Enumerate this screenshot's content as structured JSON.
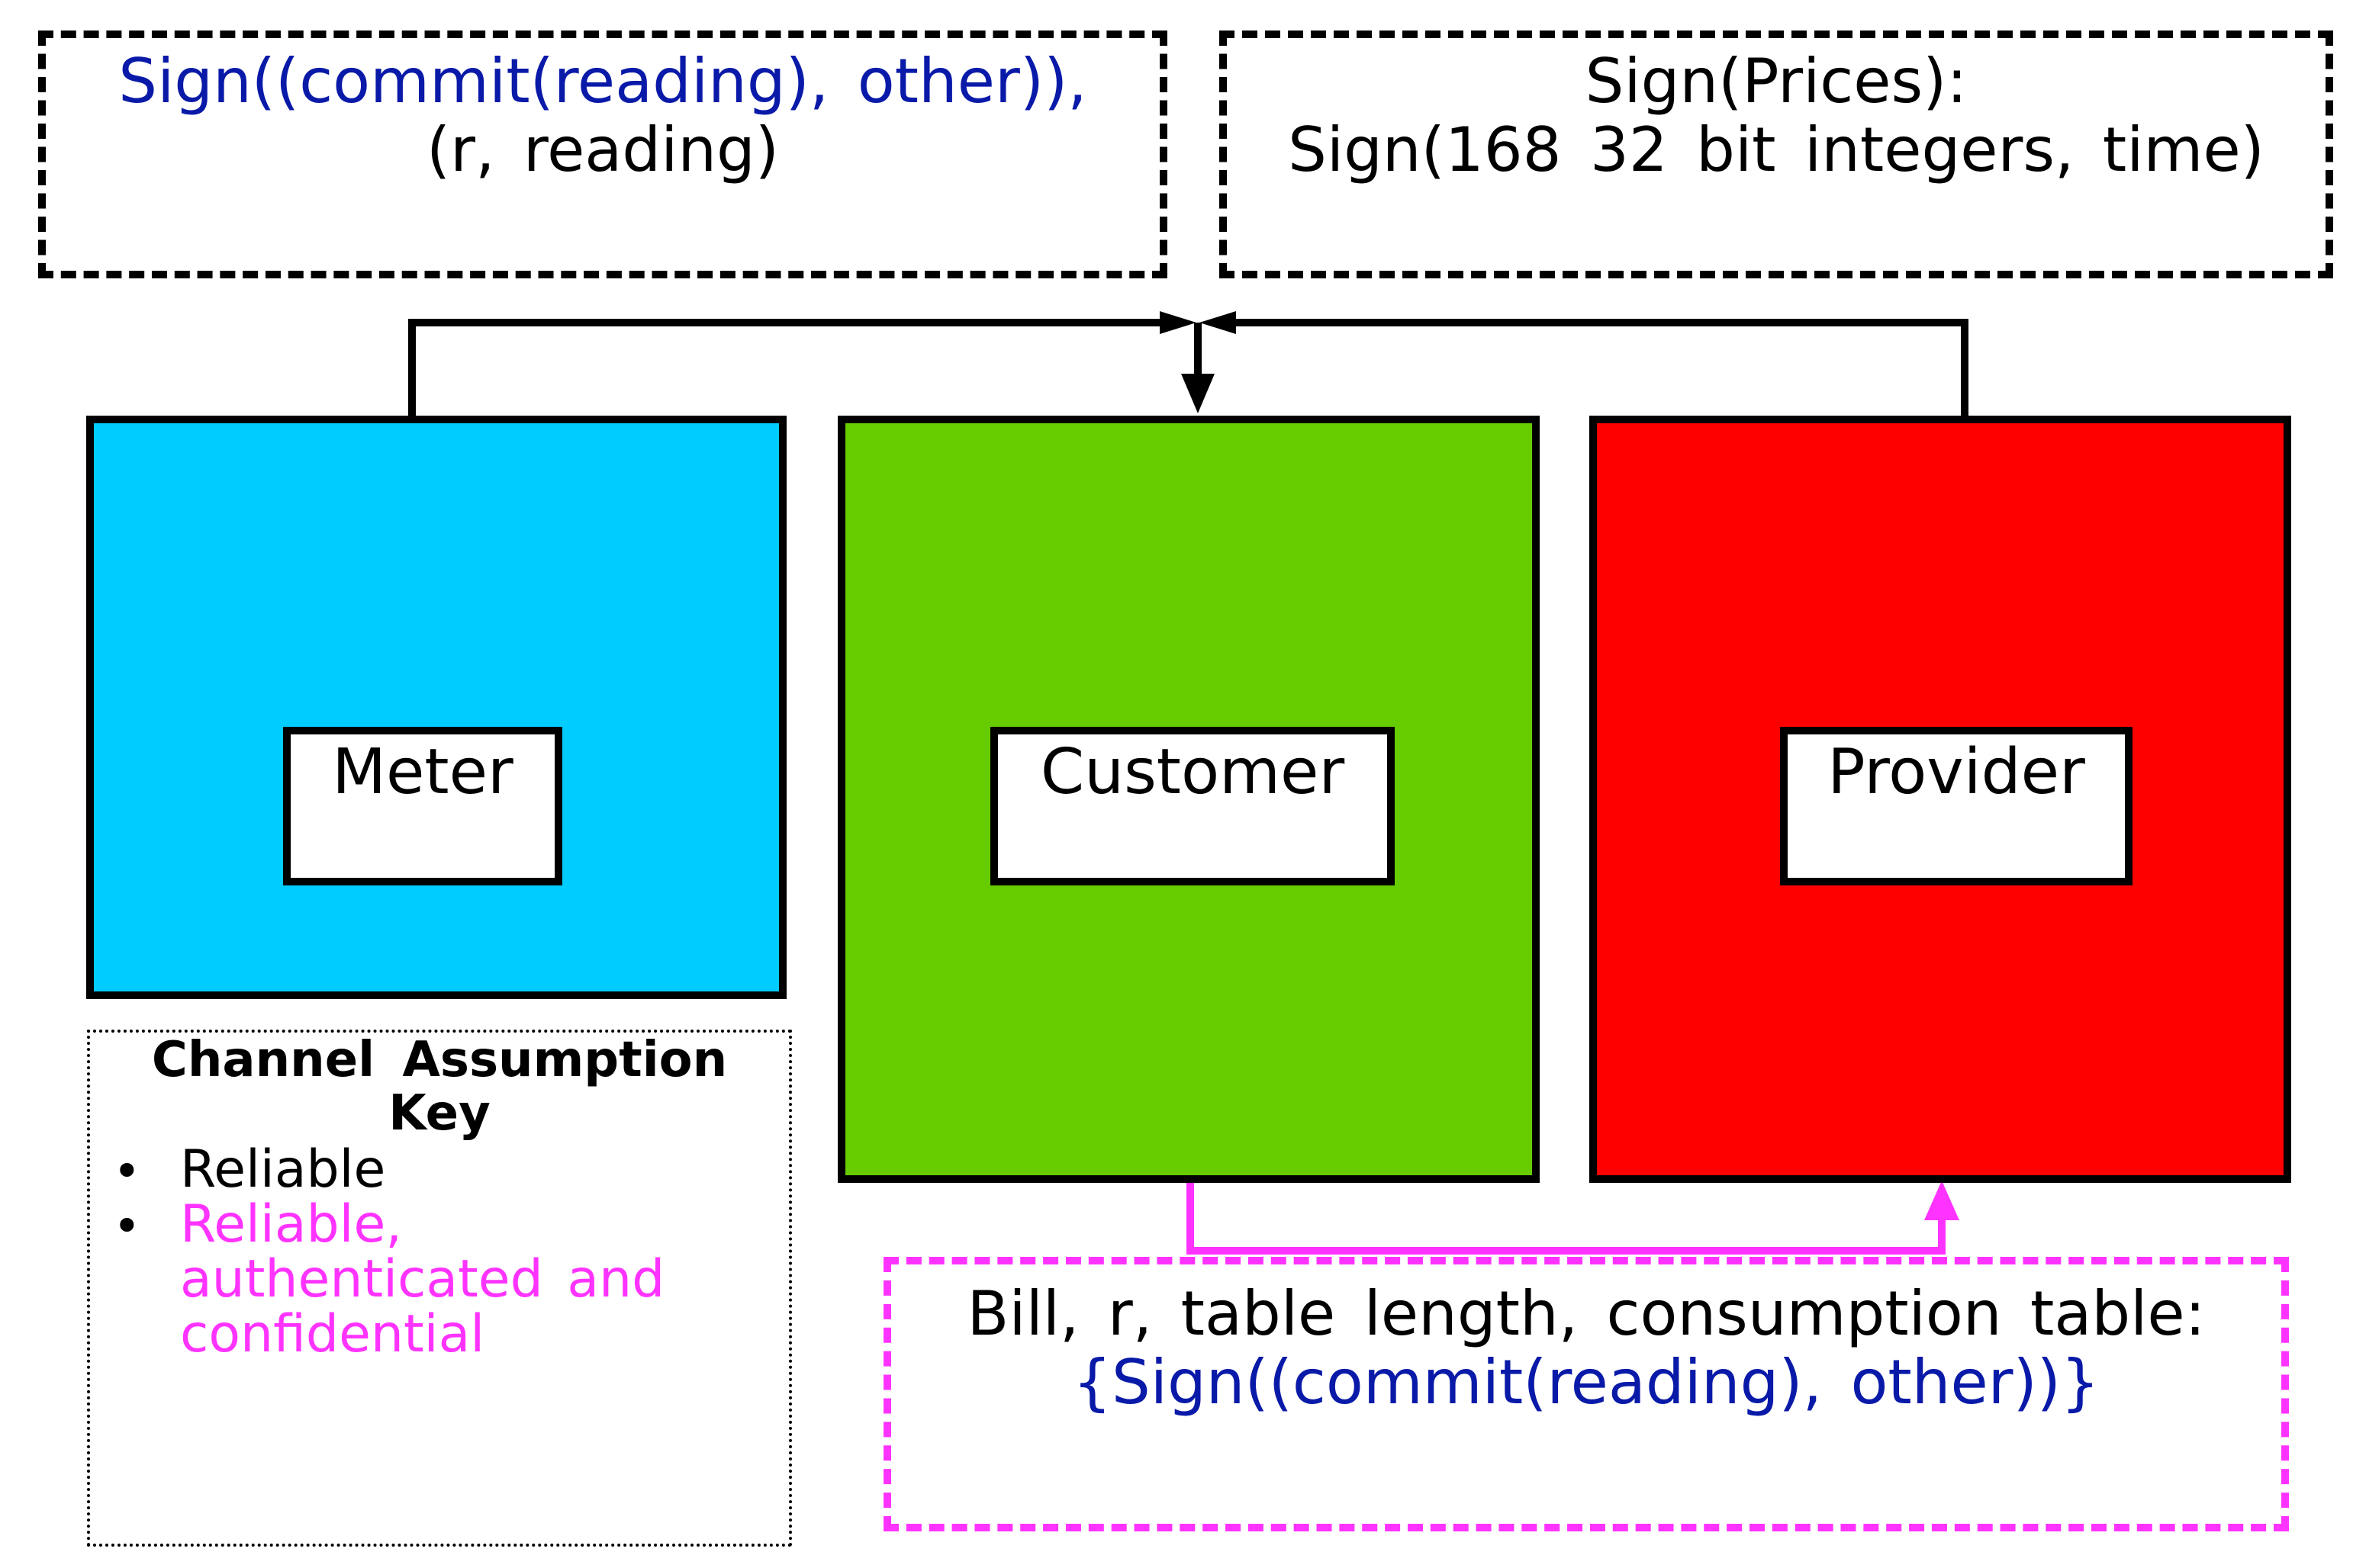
{
  "messages": {
    "meter_to_customer": {
      "line1_part1": "Sign((commit(reading), other)),",
      "line2": "(r, reading)"
    },
    "provider_to_customer": {
      "line1": "Sign(Prices):",
      "line2": "Sign(168 32 bit integers, time)"
    },
    "customer_to_provider": {
      "line1": "Bill, r, table length, consumption table:",
      "line2": "{Sign((commit(reading), other))}"
    }
  },
  "entities": {
    "meter": {
      "label": "Meter",
      "color": "#00ccff"
    },
    "customer": {
      "label": "Customer",
      "color": "#66cc00"
    },
    "provider": {
      "label": "Provider",
      "color": "#ff0000"
    }
  },
  "key": {
    "title_line1": "Channel Assumption",
    "title_line2": "Key",
    "items": [
      {
        "text": "Reliable",
        "color": "#000000"
      },
      {
        "text_line1": "Reliable,",
        "text_line2": "authenticated and",
        "text_line3": "confidential",
        "color": "#ff33ff"
      }
    ]
  },
  "colors": {
    "signed_text": "#0a1aa8",
    "secure_channel": "#ff33ff",
    "reliable_channel": "#000000"
  }
}
